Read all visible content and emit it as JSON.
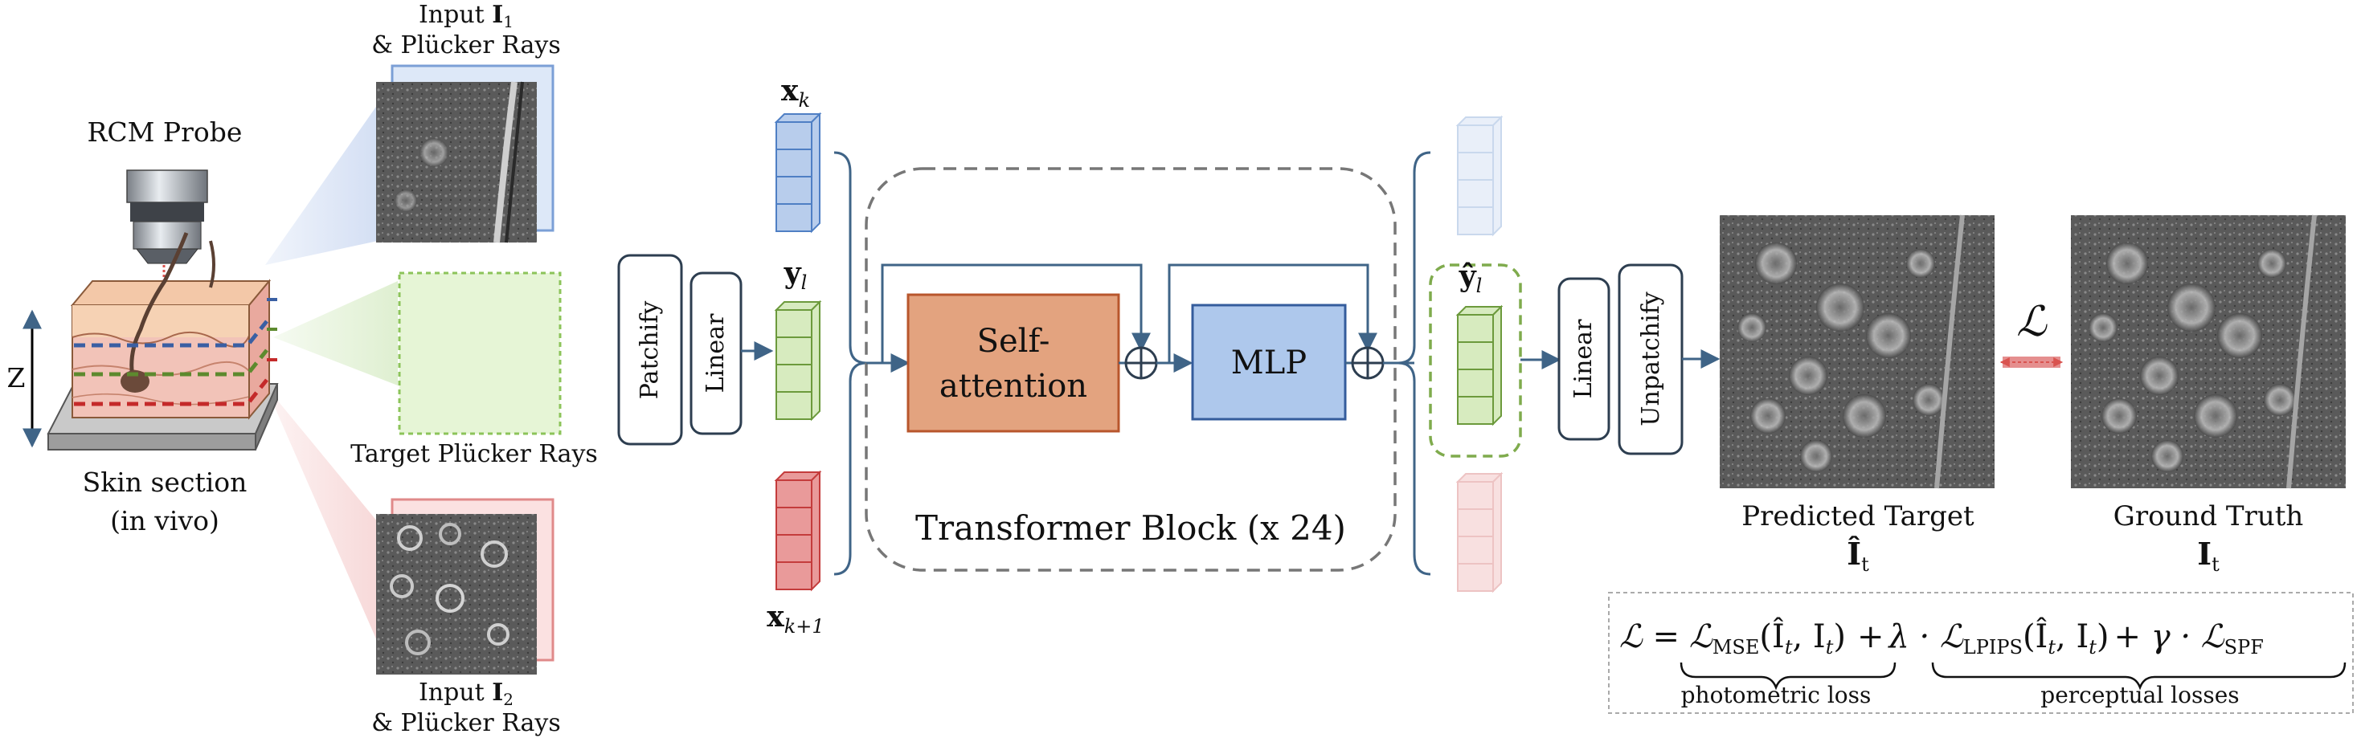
{
  "probe": {
    "title": "RCM Probe",
    "axis_label": "Z"
  },
  "skin": {
    "title": "Skin section",
    "subtitle": "(in vivo)"
  },
  "inputs": {
    "input1": {
      "line1_prefix": "Input ",
      "line1_symbol": "I",
      "line1_sub": "1",
      "line2": "& Plücker Rays"
    },
    "target": {
      "label": "Target Plücker Rays"
    },
    "input2": {
      "line1_prefix": "Input ",
      "line1_symbol": "I",
      "line1_sub": "2",
      "line2": "& Plücker Rays"
    }
  },
  "encoder": {
    "patchify": "Patchify",
    "linear": "Linear"
  },
  "tokens": {
    "xk": {
      "symbol": "x",
      "sub": "k"
    },
    "yl": {
      "symbol": "y",
      "sub": "l"
    },
    "xk1": {
      "symbol": "x",
      "sub": "k+1"
    },
    "yhat": {
      "symbol": "ŷ",
      "sub": "l"
    }
  },
  "transformer": {
    "self_attention_line1": "Self-",
    "self_attention_line2": "attention",
    "mlp": "MLP",
    "block_label": "Transformer Block (x 24)"
  },
  "decoder": {
    "linear": "Linear",
    "unpatchify": "Unpatchify"
  },
  "outputs": {
    "predicted": {
      "label": "Predicted Target",
      "symbol": "Î",
      "sub": "t"
    },
    "ground_truth": {
      "label": "Ground Truth",
      "symbol": "I",
      "sub": "t"
    },
    "loss_symbol": "ℒ"
  },
  "loss_formula": {
    "lhs": "ℒ =",
    "term_mse": "ℒ",
    "term_mse_sub": "MSE",
    "term_mse_args": "(Î",
    "args_sub_t": "t",
    "args_mid": ", I",
    "args_close": ")",
    "plus1": "+",
    "lambda": "λ · ℒ",
    "term_lpips_sub": "LPIPS",
    "plus2": "+ γ · ℒ",
    "term_spf_sub": "SPF",
    "brace_photometric": "photometric loss",
    "brace_perceptual": "perceptual losses"
  },
  "colors": {
    "blue": "#4f7fc4",
    "blue_fill": "#b8cdec",
    "green": "#6c9a3c",
    "green_fill": "#d7ebbf",
    "red": "#c43c3c",
    "red_fill": "#e99a9a",
    "orange": "#e3a37f",
    "orange_stroke": "#b8562c",
    "mlp_fill": "#aec8ec",
    "mlp_stroke": "#345c9c",
    "arrow": "#3f6487"
  }
}
